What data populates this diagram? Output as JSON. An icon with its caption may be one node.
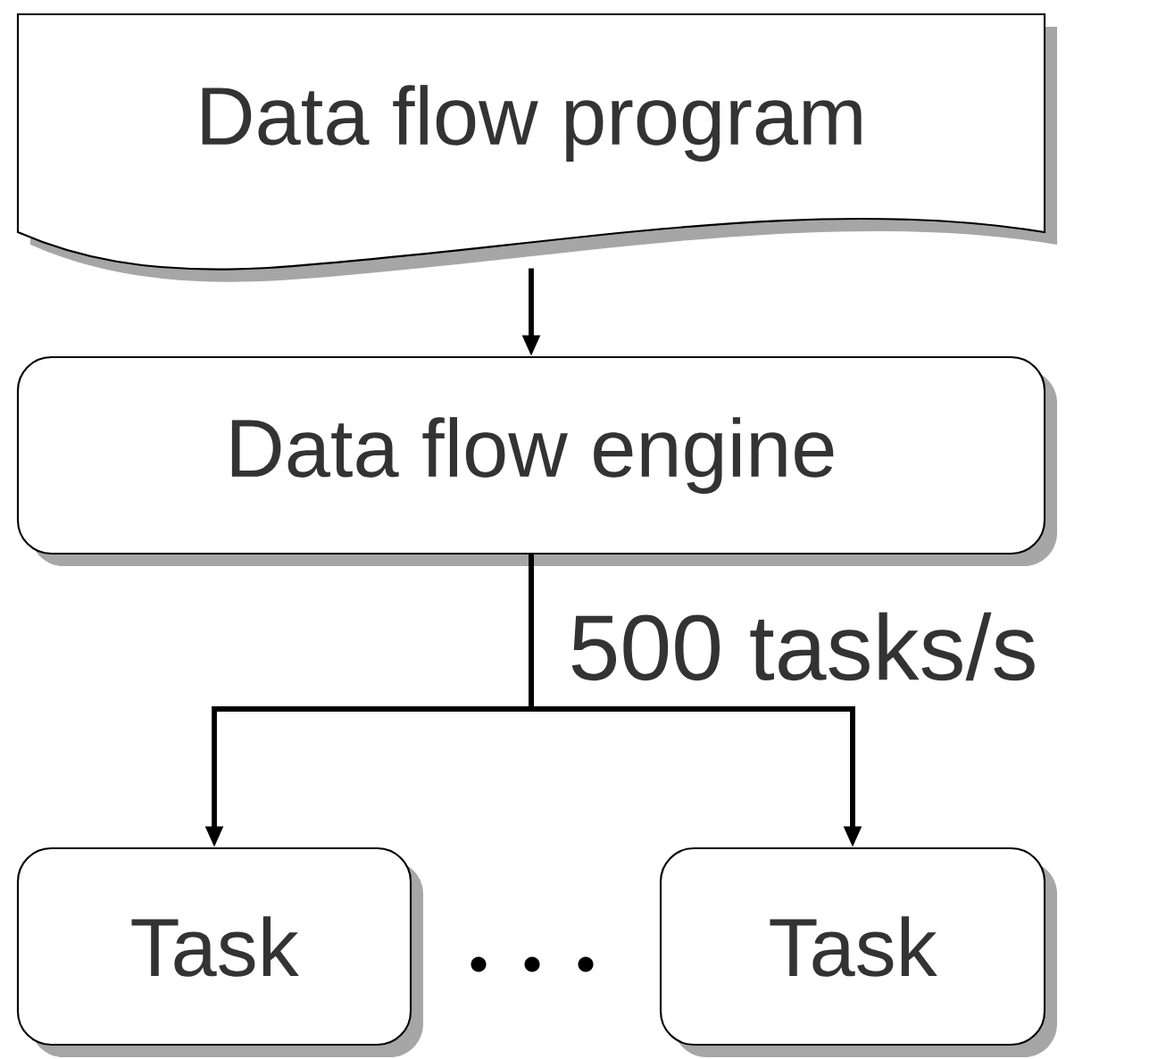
{
  "diagram": {
    "nodes": [
      {
        "text": [
          "Data flow program"
        ]
      },
      {
        "text": [
          "Data flow engine"
        ]
      },
      {
        "text": [
          "Task"
        ]
      },
      {
        "text": [
          "Task"
        ]
      }
    ],
    "edges": [
      {
        "from": 0,
        "to": 1,
        "arrow": "to"
      },
      {
        "from": 1,
        "to": 2,
        "arrow": "to"
      },
      {
        "from": 1,
        "to": 3,
        "arrow": "to"
      }
    ],
    "labels": [
      "500 tasks/s"
    ]
  }
}
